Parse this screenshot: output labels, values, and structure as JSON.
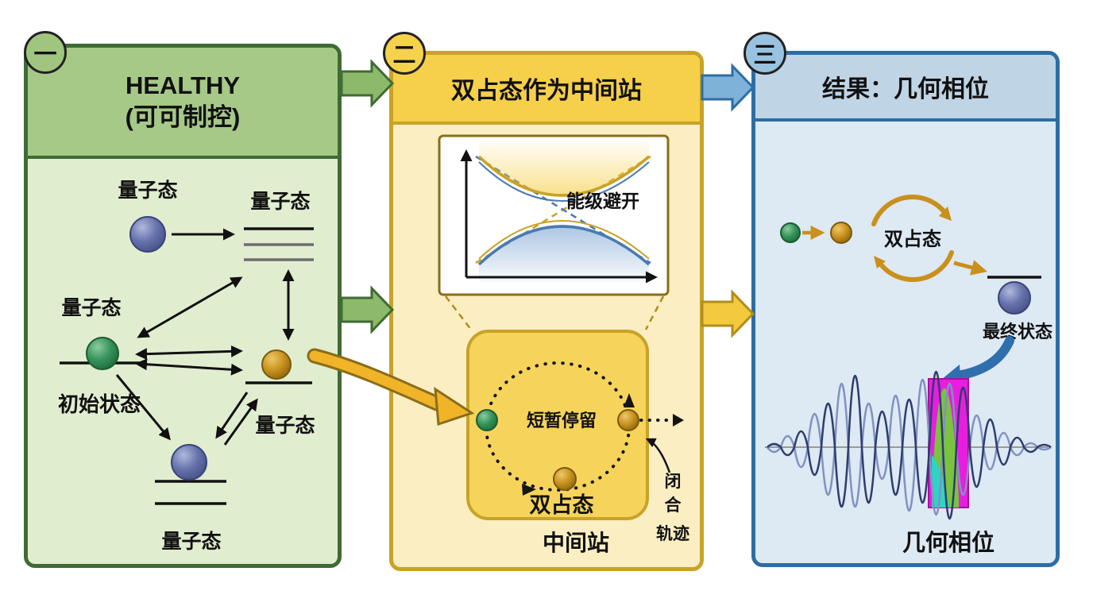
{
  "panel1": {
    "badge": "一",
    "title_line1": "HEALTHY",
    "title_line2": "(可可制控)",
    "labels": {
      "state_top_left": "量子态",
      "state_top_right": "量子态",
      "state_mid_left": "量子态",
      "initial_state": "初始状态",
      "state_mid_right": "量子态",
      "state_bottom": "量子态"
    },
    "colors": {
      "border": "#3f6b35",
      "header_bg": "#a6c987",
      "body_bg": "#e1edcf",
      "badge_bg": "#9fc57e",
      "sphere_blue": "#6672ab",
      "sphere_green": "#35935a",
      "sphere_gold": "#c8921e"
    }
  },
  "panel2": {
    "badge": "二",
    "title": "双占态作为中间站",
    "labels": {
      "avoided_crossing": "能级避开",
      "brief_stay": "短暂停留",
      "double_occupancy": "双占态",
      "station": "中间站",
      "closed_path_char1": "闭",
      "closed_path_char2": "合",
      "closed_path_chars34": "轨迹"
    },
    "colors": {
      "border": "#c9a227",
      "header_bg": "#f6cf4b",
      "body_bg": "#fbeec2",
      "badge_bg": "#f5d24b",
      "inner_box_bg": "#f6d45c",
      "curve_gold": "#c9a227",
      "curve_blue": "#4a7ab0"
    }
  },
  "panel3": {
    "badge": "三",
    "title": "结果：几何相位",
    "labels": {
      "double_occupancy": "双占态",
      "final_state": "最终状态",
      "geometric_phase": "几何相位"
    },
    "colors": {
      "border": "#2e6da4",
      "header_bg": "#bfd4e5",
      "body_bg": "#dde9f3",
      "badge_bg": "#99c2e0",
      "highlight_magenta": "#e81ede",
      "highlight_green": "#79c33f",
      "highlight_cyan": "#2ed3c4",
      "wave_dark": "#2e3c6e",
      "wave_light": "#8291c2",
      "cycle_gold": "#c9901c",
      "arrow_blue": "#2f6fad"
    }
  },
  "connectors": {
    "p1_to_p2_top": "green-block-arrow",
    "p1_to_p2_middle": "green-block-arrow",
    "p2_to_p3_top": "blue-block-arrow",
    "p2_to_p3_middle": "gold-block-arrow",
    "p1_to_p2_curved": "gold-curved-arrow",
    "colors": {
      "green": "#8cba6a",
      "blue": "#7fb2d9",
      "gold": "#f3c93e"
    }
  }
}
